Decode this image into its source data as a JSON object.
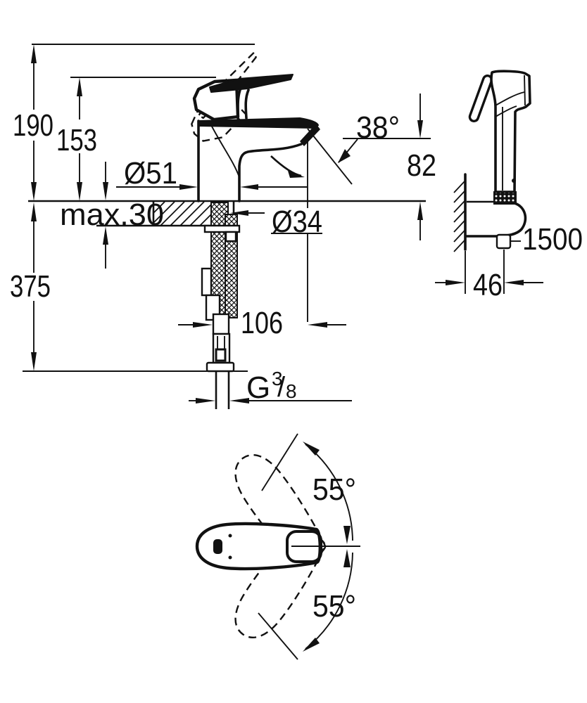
{
  "drawing": {
    "front_view": {
      "height_total": "190",
      "height_to_handle": "153",
      "base_diameter": "Ø51",
      "spout_angle": "38°",
      "spout_height": "82",
      "max_counter_thickness": "max.30",
      "hole_diameter": "Ø34",
      "depth_below_counter": "375",
      "hose_offset": "106",
      "thread": {
        "g": "G",
        "sup": "3",
        "slash": "/",
        "sub": "8"
      }
    },
    "side_view": {
      "hose_length": "1500",
      "bracket_depth": "46"
    },
    "top_view": {
      "swivel_angle_up": "55°",
      "swivel_angle_down": "55°"
    },
    "colors": {
      "line": "#111111",
      "background": "#ffffff"
    }
  }
}
